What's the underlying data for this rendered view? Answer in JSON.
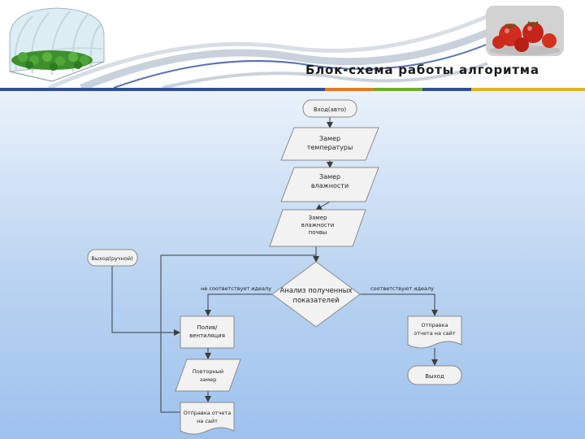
{
  "slide": {
    "title": "Блок-схема работы алгоритма"
  },
  "colors": {
    "stripe": [
      "#2f4e9e",
      "#e07b2a",
      "#70a935",
      "#2f4e9e",
      "#e8b026"
    ],
    "content_bg": "#b9d3f1",
    "node_fill": "#f2f2f2",
    "node_stroke": "#8a8a8a",
    "edge": "#3d3d3d"
  },
  "diagram": {
    "nodes": {
      "start": "Вход(авто)",
      "temperature": [
        "Замер",
        "температуры"
      ],
      "humidity": [
        "Замер",
        "влажности"
      ],
      "soil_humidity": [
        "Замер",
        "влажности",
        "почвы"
      ],
      "manual_entry": "Выход(ручной)",
      "decision": [
        "Анализ полученных",
        "показателей"
      ],
      "watering": [
        "Полив/",
        "вентиляция"
      ],
      "repeat_measure": [
        "Повторный",
        "замер"
      ],
      "send_report_left": [
        "Отправка отчета",
        "на сайт"
      ],
      "send_report_right": [
        "Отправка",
        "отчета на сайт"
      ],
      "exit": "Выход"
    },
    "edge_labels": {
      "not_ideal": "не соответствует идеалу",
      "ideal": "соответствуют идеалу"
    }
  }
}
